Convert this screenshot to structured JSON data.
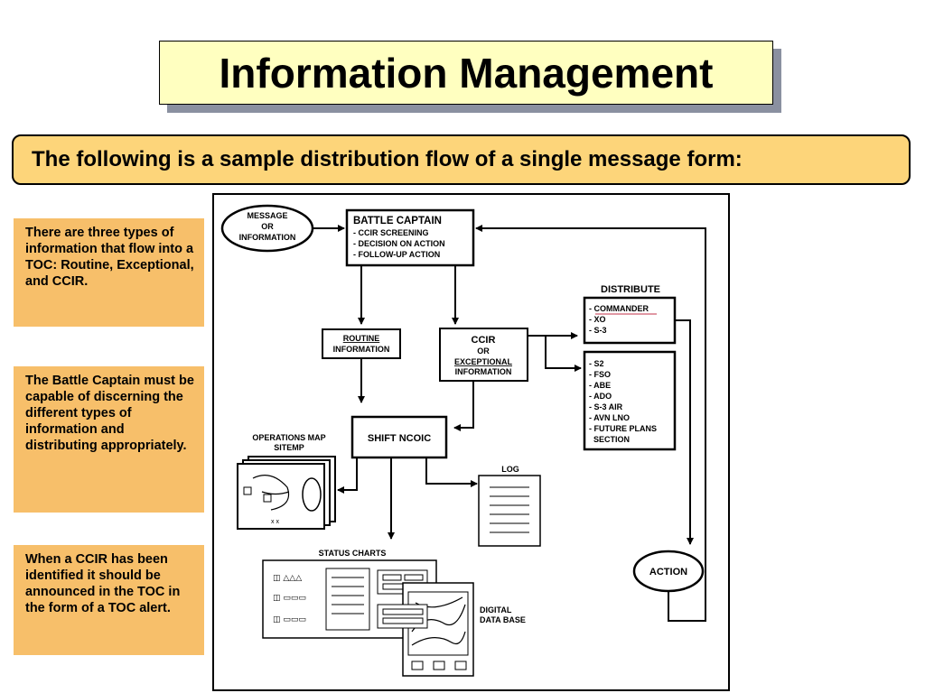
{
  "title": "Information Management",
  "subtitle": "The following is a sample distribution flow of a single message form:",
  "notes": [
    "There are three types of information that flow into a TOC: Routine, Exceptional, and CCIR.",
    "The Battle Captain must be capable of discerning the different types of information and distributing appropriately.",
    "When a CCIR has been identified it should be announced in the TOC in the form of a TOC alert."
  ],
  "flow": {
    "message_line1": "MESSAGE",
    "message_line2": "OR",
    "message_line3": "INFORMATION",
    "battle_captain": "BATTLE CAPTAIN",
    "bc_items": [
      "- CCIR SCREENING",
      "- DECISION ON ACTION",
      "- FOLLOW-UP ACTION"
    ],
    "routine_line1": "ROUTINE",
    "routine_line2": "INFORMATION",
    "ccir_line1": "CCIR",
    "ccir_line2": "OR",
    "ccir_line3": "EXCEPTIONAL",
    "ccir_line4": "INFORMATION",
    "distribute": "DISTRIBUTE",
    "dist_box1": [
      "- COMMANDER",
      "- XO",
      "- S-3"
    ],
    "dist_box2": [
      "- S2",
      "- FSO",
      "- ABE",
      "- ADO",
      "- S-3 AIR",
      "- AVN LNO",
      "- FUTURE PLANS",
      "  SECTION"
    ],
    "shift_ncoic": "SHIFT NCOIC",
    "ops_map_line1": "OPERATIONS MAP",
    "ops_map_line2": "SITEMP",
    "log": "LOG",
    "status_charts": "STATUS CHARTS",
    "digital_line1": "DIGITAL",
    "digital_line2": "DATA BASE",
    "action": "ACTION"
  }
}
